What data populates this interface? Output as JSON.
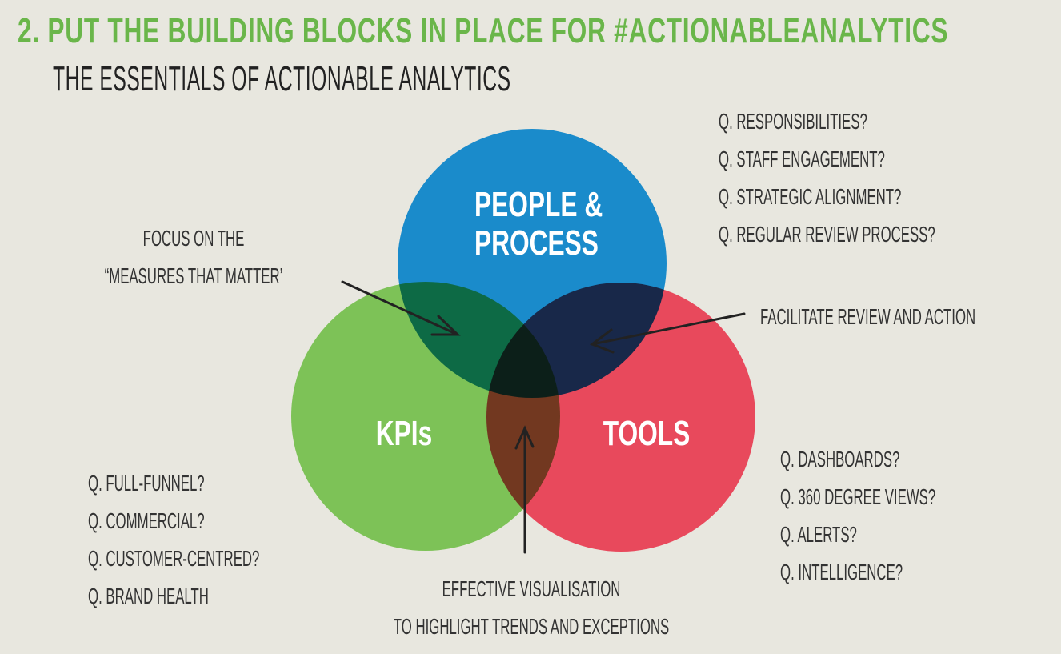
{
  "title": "2. PUT THE BUILDING BLOCKS IN PLACE FOR #ACTIONABLEANALYTICS",
  "subtitle": "THE ESSENTIALS OF ACTIONABLE ANALYTICS",
  "circles": {
    "people": {
      "line1": "PEOPLE &",
      "line2": "PROCESS",
      "color": "#1a8bcb"
    },
    "kpis": {
      "label": "KPIs",
      "color": "#7dc257"
    },
    "tools": {
      "label": "TOOLS",
      "color": "#e8495c"
    }
  },
  "annotations": {
    "focus": {
      "line1": "FOCUS ON THE",
      "line2": "“MEASURES THAT MATTER’"
    },
    "facilitate": "FACILITATE REVIEW AND ACTION",
    "visualisation": {
      "line1": "EFFECTIVE VISUALISATION",
      "line2": "TO HIGHLIGHT TRENDS AND EXCEPTIONS"
    }
  },
  "people_questions": [
    "Q. RESPONSIBILITIES?",
    "Q. STAFF ENGAGEMENT?",
    "Q. STRATEGIC ALIGNMENT?",
    "Q. REGULAR REVIEW PROCESS?"
  ],
  "kpi_questions": [
    "Q. FULL-FUNNEL?",
    "Q. COMMERCIAL?",
    "Q. CUSTOMER-CENTRED?",
    "Q. BRAND HEALTH"
  ],
  "tools_questions": [
    "Q. DASHBOARDS?",
    "Q. 360 DEGREE VIEWS?",
    "Q. ALERTS?",
    "Q. INTELLIGENCE?"
  ]
}
